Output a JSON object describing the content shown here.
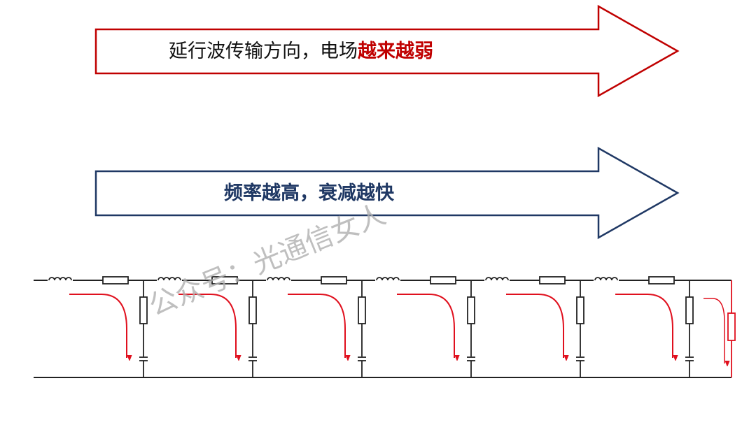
{
  "arrow_top": {
    "text_normal": "延行波传输方向，电场",
    "text_emphasis": "越来越弱",
    "color": "#c00000"
  },
  "arrow_bottom": {
    "text": "频率越高，衰减越快",
    "color": "#1f3864"
  },
  "watermark": "公众号：光通信女人",
  "circuit": {
    "sections": 6,
    "has_load": true
  }
}
